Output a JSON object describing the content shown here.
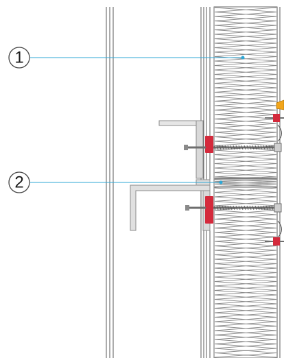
{
  "callouts": [
    {
      "label": "1"
    },
    {
      "label": "2"
    }
  ],
  "colors": {
    "line": "#4a4a4a",
    "leader": "#2ea7d6",
    "insulation": "#888888",
    "bracket_fill": "#e6e6e6",
    "bracket_stroke": "#8c8c8c",
    "washer": "#d42a3c",
    "accent_orange": "#f2a51a",
    "screw": "#6e6e6e"
  },
  "icons": {
    "callout_marker": "circle-number",
    "fastener": "screw-icon",
    "washer": "red-washer-icon"
  }
}
